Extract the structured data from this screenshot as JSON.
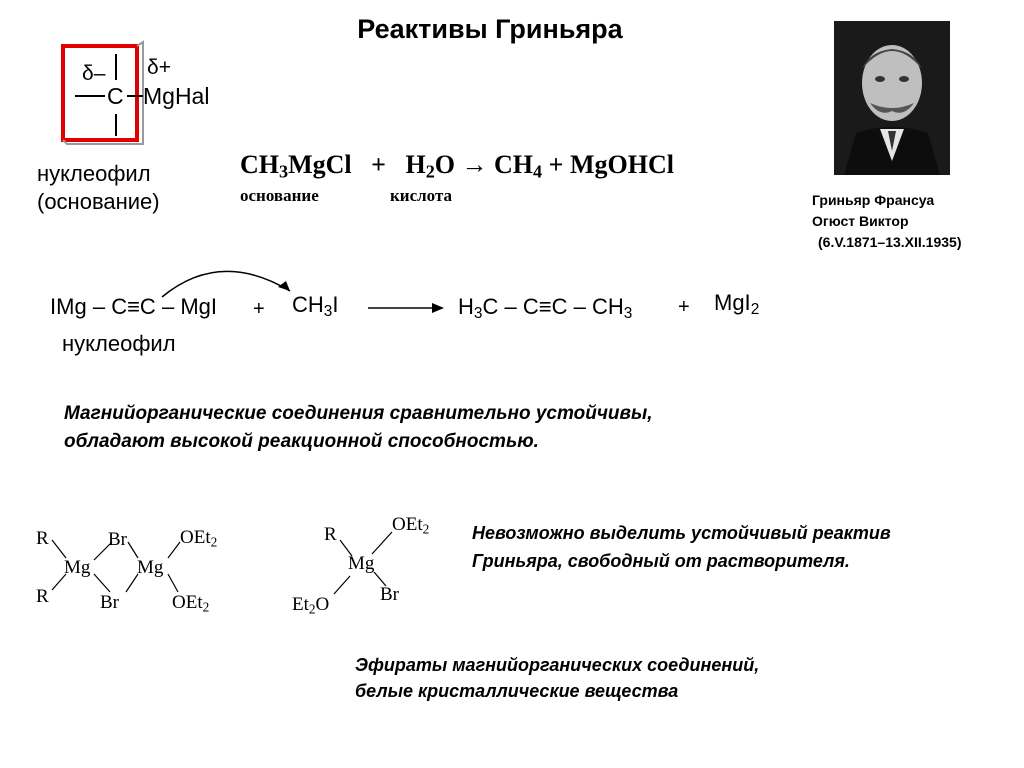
{
  "title": "Реактивы Гриньяра",
  "polarization": {
    "delta_minus": "δ–",
    "delta_plus": "δ+",
    "carbon": "C",
    "mghal": "MgHal",
    "label_1": "нуклеофил",
    "label_2": "(основание)"
  },
  "eq1": {
    "reagent_prefix": "CH",
    "reagent_sub": "3",
    "reagent_suffix": "MgCl",
    "plus1": "+",
    "water_prefix": "H",
    "water_sub": "2",
    "water_suffix": "O",
    "arrow": "→",
    "methane_prefix": "CH",
    "methane_sub": "4",
    "plus2": "+",
    "product2": "MgOHCl",
    "label_base": "основание",
    "label_acid": "кислота"
  },
  "portrait": {
    "name_line1": "Гриньяр Франсуа",
    "name_line2": "Огюст Виктор",
    "dates": "(6.V.1871–13.XII.1935)"
  },
  "eq2": {
    "img": "IMg",
    "c1": "C",
    "triple": "≡",
    "c2": "C",
    "mgi": "MgI",
    "plus1": "+",
    "ch": "CH",
    "ch_sub": "3",
    "i": "I",
    "h": "H",
    "h_sub": "3",
    "c3": "C",
    "c4": "C",
    "triple2": "≡",
    "c5": "C",
    "ch3_prefix": "CH",
    "ch3_sub": "3",
    "plus2": "+",
    "mgi2_prefix": "MgI",
    "mgi2_sub": "2",
    "label": "нуклеофил"
  },
  "statement_line1": "Магнийорганические соединения сравнительно устойчивы,",
  "statement_line2": "обладают высокой реакционной способностью.",
  "dimer": {
    "r_top": "R",
    "r_bottom": "R",
    "mg1": "Mg",
    "mg2": "Mg",
    "br_top": "Br",
    "br_bottom": "Br",
    "oet_top": "OEt",
    "oet_top_sub": "2",
    "oet_bottom": "OEt",
    "oet_bottom_sub": "2"
  },
  "monomer": {
    "r": "R",
    "mg": "Mg",
    "br": "Br",
    "oet": "OEt",
    "oet_sub": "2",
    "et2o_prefix": "Et",
    "et2o_sub": "2",
    "et2o_suffix": "O"
  },
  "note1_line1": "Невозможно выделить устойчивый реактив",
  "note1_line2": "Гриньяра, свободный от растворителя.",
  "note2_line1": "Эфираты магнийорганических соединений,",
  "note2_line2": "белые кристаллические вещества"
}
